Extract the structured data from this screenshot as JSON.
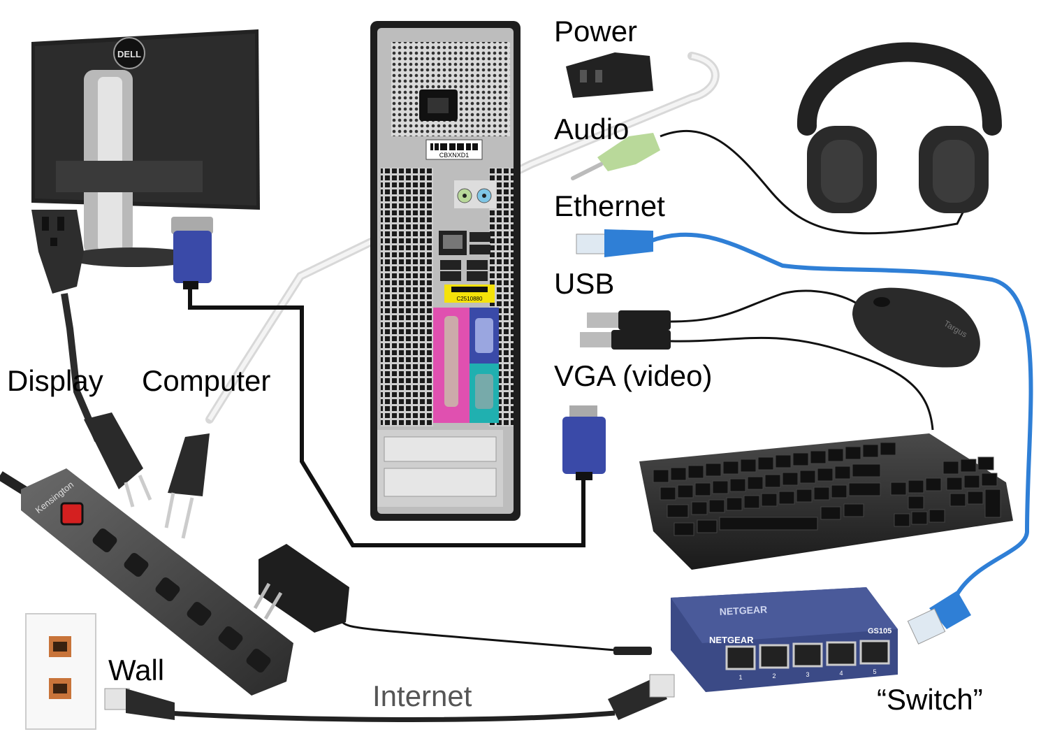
{
  "labels": {
    "power": "Power",
    "audio": "Audio",
    "ethernet": "Ethernet",
    "usb": "USB",
    "vga": "VGA (video)",
    "display": "Display",
    "computer": "Computer",
    "wall": "Wall",
    "internet": "Internet",
    "switch": "“Switch”"
  },
  "product_marks": {
    "monitor_logo": "DELL",
    "tower_tag": "CBXNXD1",
    "tower_sticker": "C2510880",
    "switch_brand": "NETGEAR",
    "switch_model": "GS105",
    "switch_ports": [
      "1",
      "2",
      "3",
      "4",
      "5"
    ],
    "power_strip_brand": "Kensington",
    "mouse_brand": "Targus"
  },
  "colors": {
    "ethernet_cable": "#2f7fd6",
    "vga_connector": "#3a4aa8",
    "audio_plug": "#b9d99a",
    "switch_body": "#3b4a86",
    "wall_jack": "#c8743a",
    "power_switch": "#d42020"
  }
}
